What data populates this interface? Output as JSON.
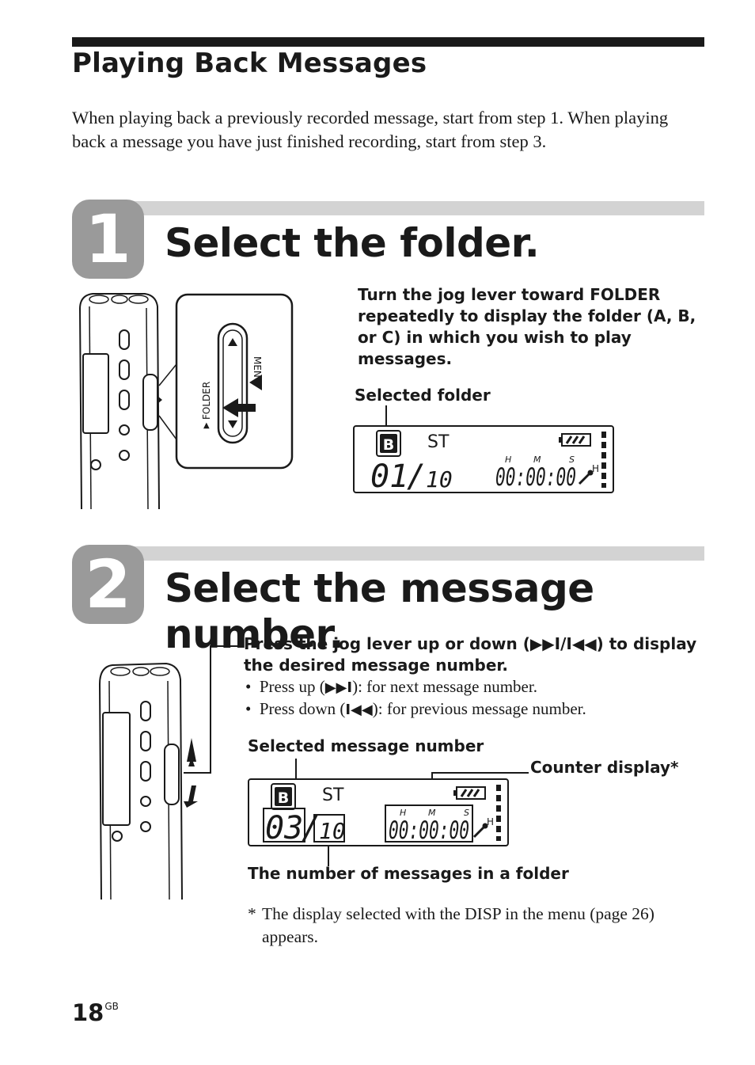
{
  "section": {
    "title": "Playing Back Messages",
    "intro": "When playing back a previously recorded message, start from step 1. When playing back a message you have just finished recording, start from step 3."
  },
  "step1": {
    "number": "1",
    "title": "Select the folder.",
    "instruction": "Turn the jog lever toward FOLDER repeatedly to display the folder (A, B, or C) in which you wish to play messages.",
    "lever_label_folder": "FOLDER",
    "lever_label_menu": "MENU",
    "callout_selected_folder": "Selected folder",
    "display": {
      "folder": "B",
      "mode": "ST",
      "message": "01",
      "total": "10",
      "counter": "00:00:00",
      "h": "H",
      "m": "M",
      "s": "S",
      "mic_level": "H"
    }
  },
  "step2": {
    "number": "2",
    "title": "Select the message number.",
    "instruction_before": "Press the jog lever up or down (",
    "instruction_sym": "▶▶I/I◀◀",
    "instruction_after": ") to display the desired message number.",
    "bullets": [
      {
        "prefix": "Press up (",
        "sym": "▶▶I",
        "suffix": "): for next message number."
      },
      {
        "prefix": "Press down (",
        "sym": "I◀◀",
        "suffix": "): for previous message number."
      }
    ],
    "callout_selected_message": "Selected message number",
    "callout_counter": "Counter display*",
    "callout_number_in_folder": "The number of messages in a folder",
    "display": {
      "folder": "B",
      "mode": "ST",
      "message": "03",
      "total": "10",
      "counter": "00:00:00",
      "h": "H",
      "m": "M",
      "s": "S",
      "mic_level": "H"
    },
    "footnote_mark": "*",
    "footnote": "The display selected with the DISP in the menu (page 26) appears."
  },
  "page": {
    "number": "18",
    "suffix": "GB"
  }
}
